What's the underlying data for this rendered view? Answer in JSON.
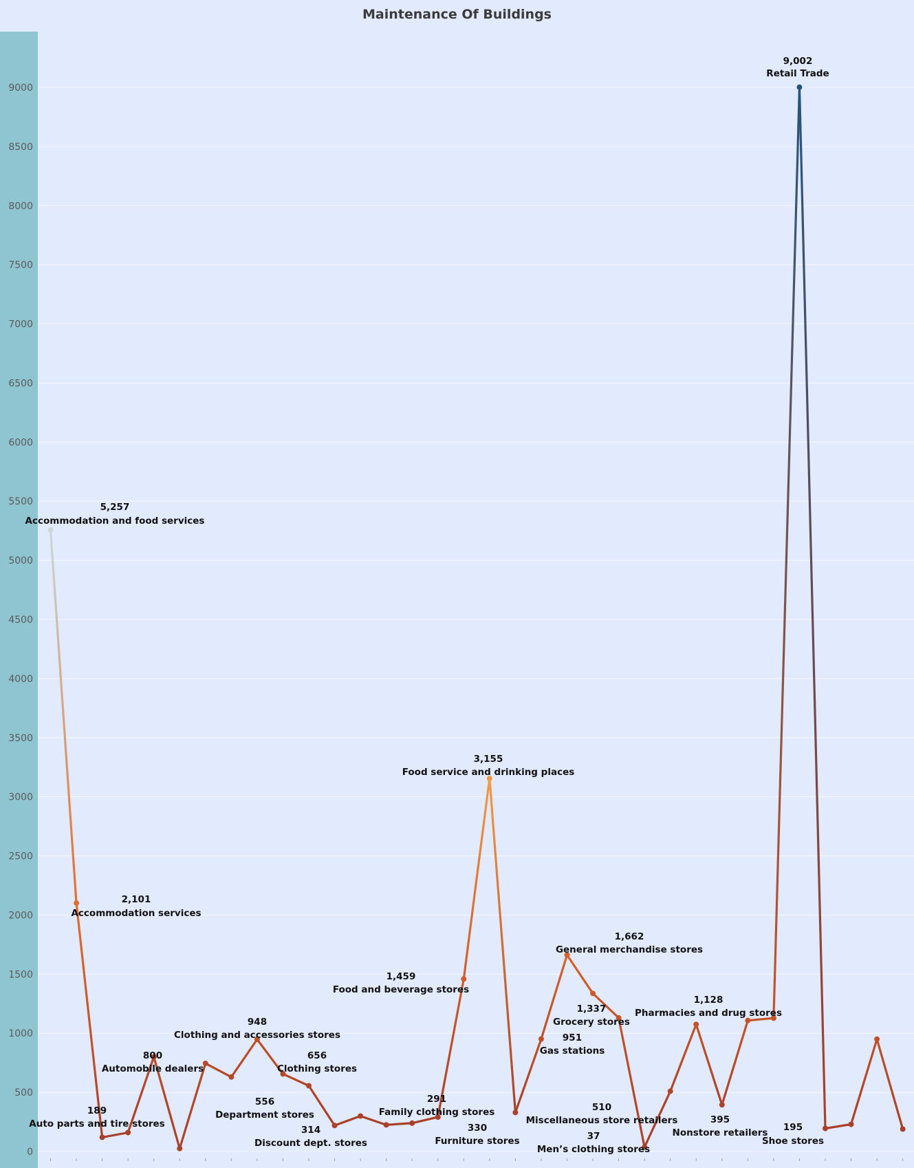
{
  "chart_data": {
    "type": "line",
    "title": "Maintenance Of Buildings",
    "xlabel": "",
    "ylabel": "",
    "ylim": [
      0,
      9500
    ],
    "yticks": [
      0,
      500,
      1000,
      1500,
      2000,
      2500,
      3000,
      3500,
      4000,
      4500,
      5000,
      5500,
      6000,
      6500,
      7000,
      7500,
      8000,
      8500,
      9000
    ],
    "grid": true,
    "legend": "none",
    "colors": {
      "background": "#e2eafd",
      "axis_band": "#8fc4d1",
      "low": "#a8402a",
      "mid": "#e2692b",
      "high": "#f5a04a",
      "light": "#c3e0e8",
      "top": "#24557e"
    },
    "points": [
      {
        "y": 5257,
        "value_label": "5,257",
        "name": "Accommodation and food services"
      },
      {
        "y": 2101,
        "value_label": "2,101",
        "name": "Accommodation services"
      },
      {
        "y": 120,
        "value_label": "",
        "name": ""
      },
      {
        "y": 160,
        "value_label": "189",
        "name": "Auto parts and tire stores"
      },
      {
        "y": 800,
        "value_label": "800",
        "name": "Automobile dealers"
      },
      {
        "y": 25,
        "value_label": "",
        "name": ""
      },
      {
        "y": 745,
        "value_label": "",
        "name": ""
      },
      {
        "y": 630,
        "value_label": "",
        "name": ""
      },
      {
        "y": 948,
        "value_label": "948",
        "name": "Clothing and accessories stores"
      },
      {
        "y": 656,
        "value_label": "656",
        "name": "Clothing stores"
      },
      {
        "y": 556,
        "value_label": "556",
        "name": "Department stores"
      },
      {
        "y": 220,
        "value_label": "314",
        "name": "Discount dept. stores"
      },
      {
        "y": 300,
        "value_label": "",
        "name": ""
      },
      {
        "y": 225,
        "value_label": "",
        "name": ""
      },
      {
        "y": 240,
        "value_label": "",
        "name": ""
      },
      {
        "y": 291,
        "value_label": "291",
        "name": "Family clothing stores"
      },
      {
        "y": 1459,
        "value_label": "1,459",
        "name": "Food and beverage stores"
      },
      {
        "y": 3155,
        "value_label": "3,155",
        "name": "Food service and drinking places"
      },
      {
        "y": 330,
        "value_label": "330",
        "name": "Furniture stores"
      },
      {
        "y": 951,
        "value_label": "951",
        "name": "Gas stations"
      },
      {
        "y": 1662,
        "value_label": "1,662",
        "name": "General merchandise stores"
      },
      {
        "y": 1337,
        "value_label": "1,337",
        "name": "Grocery stores"
      },
      {
        "y": 1130,
        "value_label": "",
        "name": ""
      },
      {
        "y": 37,
        "value_label": "37",
        "name": "Men’s clothing stores"
      },
      {
        "y": 510,
        "value_label": "510",
        "name": "Miscellaneous store retailers"
      },
      {
        "y": 1075,
        "value_label": "",
        "name": ""
      },
      {
        "y": 395,
        "value_label": "395",
        "name": "Nonstore retailers"
      },
      {
        "y": 1108,
        "value_label": "",
        "name": ""
      },
      {
        "y": 1128,
        "value_label": "1,128",
        "name": "Pharmacies and drug stores"
      },
      {
        "y": 9002,
        "value_label": "9,002",
        "name": "Retail Trade"
      },
      {
        "y": 195,
        "value_label": "195",
        "name": "Shoe stores"
      },
      {
        "y": 230,
        "value_label": "",
        "name": ""
      },
      {
        "y": 950,
        "value_label": "",
        "name": ""
      },
      {
        "y": 190,
        "value_label": "",
        "name": ""
      }
    ]
  }
}
